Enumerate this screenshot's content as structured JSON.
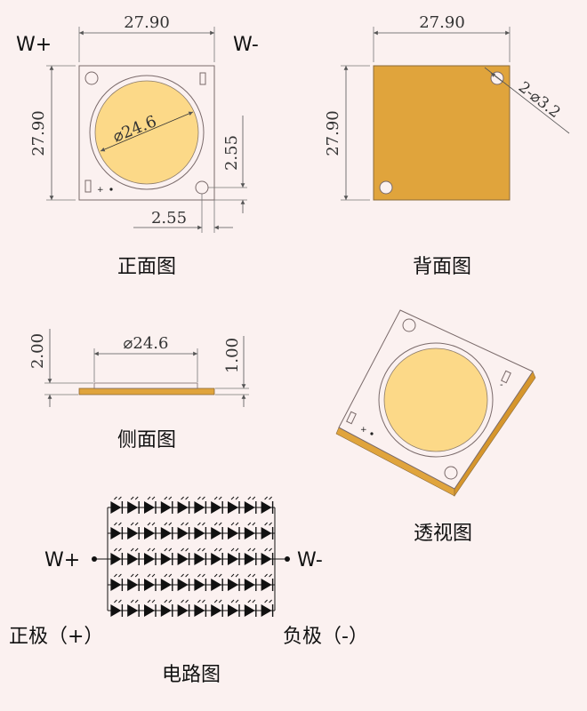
{
  "front_view": {
    "caption": "正面图",
    "width_dim": "27.90",
    "height_dim": "27.90",
    "diameter_label": "⌀24.6",
    "hole_offset_x": "2.55",
    "hole_offset_y": "2.55",
    "plus_terminal": "W+",
    "minus_terminal": "W-",
    "pad_plus_mark": "+",
    "pad_minus_mark": "-"
  },
  "back_view": {
    "caption": "背面图",
    "width_dim": "27.90",
    "height_dim": "27.90",
    "hole_label": "2-⌀3.2"
  },
  "side_view": {
    "caption": "侧面图",
    "total_height": "2.00",
    "substrate_height": "1.00",
    "diameter_label": "⌀24.6"
  },
  "perspective_view": {
    "caption": "透视图",
    "pad_plus_mark": "+",
    "pad_minus_mark": "-"
  },
  "circuit": {
    "caption": "电路图",
    "plus_terminal": "W+",
    "minus_terminal": "W-",
    "positive_label": "正极（+）",
    "negative_label": "负极（-）",
    "rows": 5,
    "cols": 10
  },
  "colors": {
    "background": "#fbf1f0",
    "substrate": "#e0a43c",
    "phosphor": "#fcd988",
    "outline": "#7a6a6a",
    "dimension": "#555555"
  }
}
